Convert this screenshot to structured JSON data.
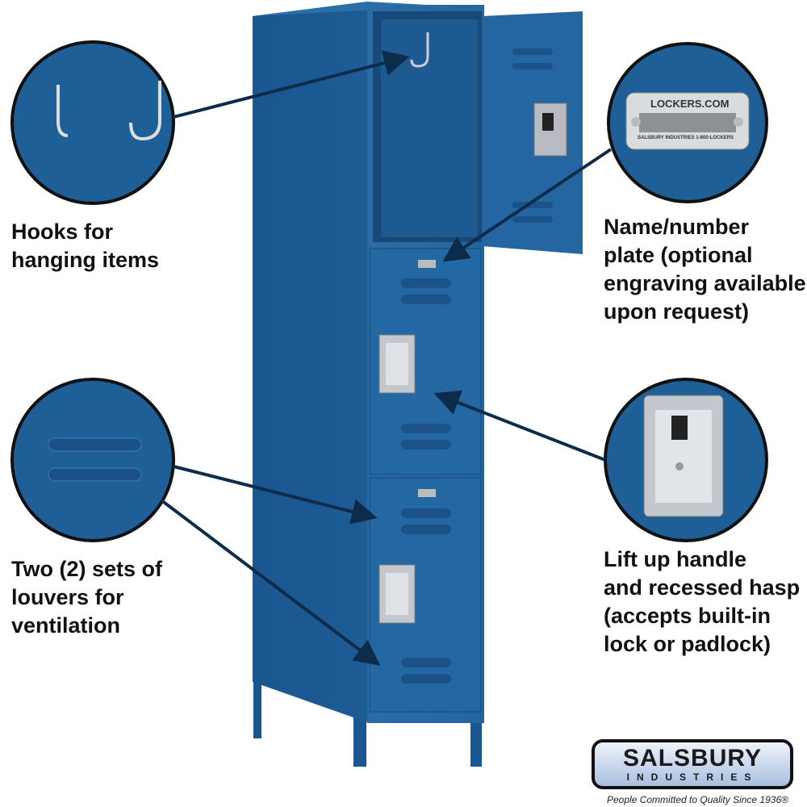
{
  "callouts": {
    "hooks": "Hooks for\nhanging items",
    "plate": "Name/number\nplate (optional\nengraving available\nupon request)",
    "louvers": "Two (2) sets of\nlouvers for\nventilation",
    "handle": "Lift up handle\nand recessed hasp\n(accepts built-in\nlock or padlock)"
  },
  "plate": {
    "top": "LOCKERS.COM",
    "bottom": "SALSBURY INDUSTRIES   1-800-LOCKERS"
  },
  "logo": {
    "name": "SALSBURY",
    "sub": "INDUSTRIES",
    "tagline": "People Committed to Quality Since 1936®"
  },
  "colors": {
    "locker": "#1f5f98",
    "locker_dark": "#174a78"
  }
}
